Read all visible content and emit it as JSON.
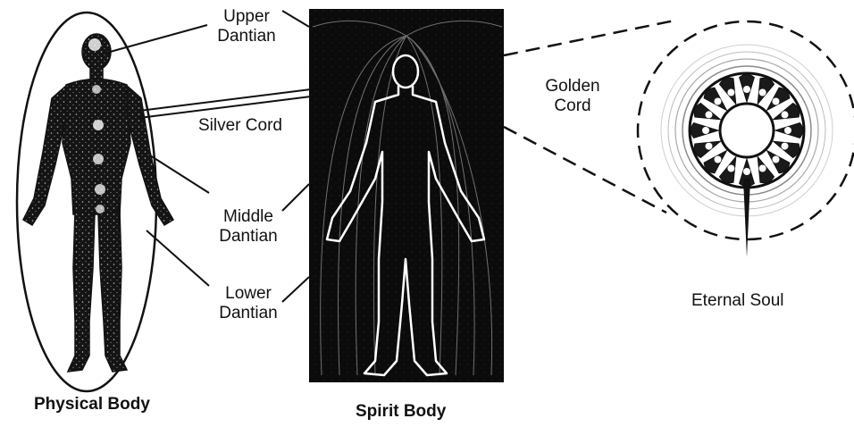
{
  "labels": {
    "upper_dantian": [
      "Upper",
      "Dantian"
    ],
    "silver_cord": "Silver Cord",
    "middle_dantian": [
      "Middle",
      "Dantian"
    ],
    "lower_dantian": [
      "Lower",
      "Dantian"
    ],
    "golden_cord": [
      "Golden",
      "Cord"
    ],
    "physical_body": "Physical Body",
    "spirit_body": "Spirit Body",
    "eternal_soul": "Eternal Soul"
  },
  "colors": {
    "ink": "#111111",
    "panel_dark": "#0c0c0c",
    "glow": "#ffffff",
    "body_fill": "#151515",
    "speckle": "#e8e8e8"
  }
}
